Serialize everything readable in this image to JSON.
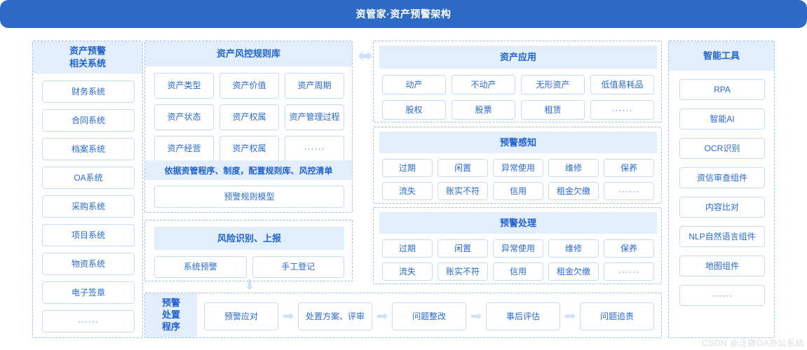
{
  "header": {
    "title": "资管家·资产预警架构",
    "bg": "#2d6ac6"
  },
  "theme": {
    "accent": "#1f62cf",
    "chip_border": "#c5dcf7",
    "band": "#e3eefc",
    "panel_border": "#9cc3f0"
  },
  "col_left": {
    "title_line1": "资产预警",
    "title_line2": "相关系统",
    "items": [
      "财务系统",
      "合同系统",
      "档案系统",
      "OA系统",
      "采购系统",
      "项目系统",
      "物资系统",
      "电子签章",
      "······"
    ]
  },
  "rules_panel": {
    "title": "资产风控规则库",
    "items": [
      "资产类型",
      "资产价值",
      "资产周期",
      "资产状态",
      "资产权属",
      "资产管理\n过程",
      "资产经营",
      "资产权属",
      "······"
    ],
    "note": "依据资管程序、制度，配置规则库、风控清单",
    "model": "预警规则模型"
  },
  "risk_panel": {
    "title": "风险识别、上报",
    "items": [
      "系统预警",
      "手工登记"
    ]
  },
  "app_panel": {
    "title": "资产应用",
    "items": [
      "动产",
      "不动产",
      "无形资产",
      "低值易耗品",
      "股权",
      "股票",
      "租赁",
      "······"
    ]
  },
  "sense_panel": {
    "title": "预警感知",
    "items": [
      "过期",
      "闲置",
      "异常使用",
      "维修",
      "保养",
      "流失",
      "账实不符",
      "信用",
      "租金欠缴",
      "······"
    ]
  },
  "handle_panel": {
    "title": "预警处理",
    "items": [
      "过期",
      "闲置",
      "异常使用",
      "维修",
      "保养",
      "流失",
      "账实不符",
      "信用",
      "租金欠缴",
      "······"
    ]
  },
  "tools_panel": {
    "title": "智能工具",
    "items": [
      "RPA",
      "智能AI",
      "OCR识别",
      "资信审查组件",
      "内容比对",
      "NLP自然语言组件",
      "地图组件",
      "······"
    ]
  },
  "flow": {
    "label_line1": "预警",
    "label_line2": "处置",
    "label_line3": "程序",
    "steps": [
      "预警应对",
      "处置方案、评审",
      "问题整改",
      "事后评估",
      "问题追责"
    ],
    "arrow_glyph": "➡"
  },
  "connectors": {
    "lr_glyph": "⬌",
    "down_glyph": "⬇"
  },
  "watermark": "CSDN @泛微OA办公系统"
}
